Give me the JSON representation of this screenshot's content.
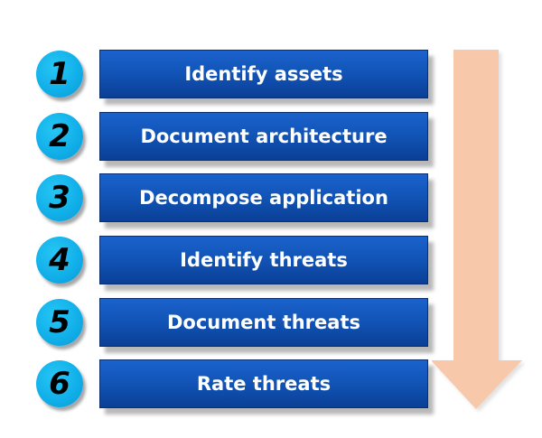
{
  "steps": [
    {
      "number": "1",
      "label": "Identify assets"
    },
    {
      "number": "2",
      "label": "Document architecture"
    },
    {
      "number": "3",
      "label": "Decompose application"
    },
    {
      "number": "4",
      "label": "Identify threats"
    },
    {
      "number": "5",
      "label": "Document threats"
    },
    {
      "number": "6",
      "label": "Rate threats"
    }
  ],
  "colors": {
    "box": "#1255b8",
    "circle": "#10aee8",
    "arrow": "#f7c9aa",
    "label_text": "#ffffff",
    "number_text": "#000000"
  }
}
